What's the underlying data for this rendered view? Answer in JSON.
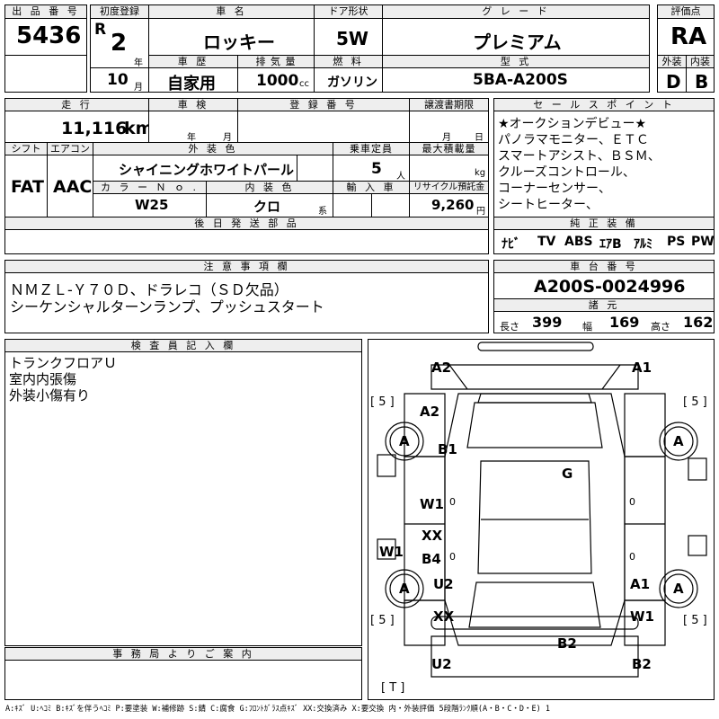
{
  "headers": {
    "lot_number": "出 品 番 号",
    "first_reg": "初度登録",
    "car_name": "車 名",
    "door": "ドア形状",
    "grade": "グ レ ー ド",
    "rating": "評価点",
    "history": "車 歴",
    "displacement": "排 気 量",
    "fuel": "燃 料",
    "model": "型 式",
    "exterior": "外装",
    "interior": "内装",
    "mileage": "走 行",
    "inspection": "車 検",
    "reg_number": "登 録 番 号",
    "transfer_deadline": "譲渡書期限",
    "sales_points": "セ ー ル ス ポ イ ン ト",
    "shift": "シフト",
    "aircon": "エアコン",
    "ext_color": "外 装 色",
    "capacity": "乗車定員",
    "max_load": "最大積載量",
    "color_no": "カ ラ ー Ｎ ｏ .",
    "int_color": "内 装 色",
    "import": "輸 入 車",
    "recycle": "リサイクル預託金",
    "later_parts": "後 日 発 送 部 品",
    "options": "純 正 装 備",
    "notes": "注 意 事 項 欄",
    "chassis": "車 台 番 号",
    "specs": "諸 元",
    "inspector": "検 査 員 記 入 欄",
    "office": "事 務 局 よ り ご 案 内"
  },
  "vehicle": {
    "lot_number": "5436",
    "era": "R",
    "year": "2",
    "year_unit": "年",
    "month": "10",
    "month_unit": "月",
    "car_name": "ロッキー",
    "door": "5W",
    "grade": "プレミアム",
    "rating": "RA",
    "history": "自家用",
    "displacement": "1000",
    "displacement_unit": "cc",
    "fuel": "ガソリン",
    "model": "5BA-A200S",
    "exterior_score": "D",
    "interior_score": "B",
    "mileage": "11,116",
    "mileage_unit": "km",
    "insp_year_unit": "年",
    "insp_month_unit": "月",
    "transfer_month_unit": "月",
    "transfer_day_unit": "日",
    "shift": "FAT",
    "aircon": "AAC",
    "ext_color": "シャイニングホワイトパール",
    "capacity": "5",
    "capacity_unit": "人",
    "max_load_unit": "kg",
    "color_no": "W25",
    "int_color": "クロ",
    "int_color_suffix": "系",
    "recycle": "9,260",
    "recycle_unit": "円",
    "chassis": "A200S-0024996",
    "length_label": "長さ",
    "length": "399",
    "width_label": "幅",
    "width": "169",
    "height_label": "高さ",
    "height": "162"
  },
  "sales_points": [
    "★オークションデビュー★",
    "パノラマモニター、ＥＴＣ",
    "スマートアシスト、ＢＳＭ、",
    "クルーズコントロール、",
    "コーナーセンサー、",
    "シートヒーター、"
  ],
  "options": [
    "ﾅﾋﾞ",
    "TV",
    "ABS",
    "ｴｱB",
    "ｱﾙﾐ",
    "PS",
    "PW"
  ],
  "notes": [
    "ＮＭＺＬ-Ｙ７０Ｄ、ドラレコ（ＳＤ欠品）",
    "シーケンシャルターンランプ、プッシュスタート"
  ],
  "inspector_notes": [
    "トランクフロアＵ",
    "室内内張傷",
    "外装小傷有り"
  ],
  "diagram": {
    "tire_left_top": "[ 5 ]",
    "tire_right_top": "[ 5 ]",
    "tire_left_bottom": "[ 5 ]",
    "tire_right_bottom": "[ 5 ]",
    "spare": "[ T ]",
    "marks": {
      "front_left": "A2",
      "front_right": "A1",
      "fender_left": "A2",
      "wheel_fl": "A",
      "door_fl": "B1",
      "windshield": "G",
      "pillar_l": "W1",
      "pillar_l0": "0",
      "pillar_r0": "0",
      "sill_l": "W1",
      "mid_xx": "XX",
      "door_rl": "B4",
      "door_rl0": "0",
      "door_rr0": "0",
      "wheel_rl": "A",
      "quarter_l": "U2",
      "quarter_l_xx": "XX",
      "wheel_fr": "A",
      "wheel_rr": "A",
      "quarter_r": "A1",
      "quarter_r_w": "W1",
      "rear_b2": "B2",
      "rear_u2": "U2",
      "rear_b2_r": "B2"
    }
  },
  "legend": "A:ｷｽﾞ U:ﾍｺﾐ B:ｷｽﾞを伴うﾍｺﾐ P:要塗装 W:補修跡 S:錆 C:腐食 G:ﾌﾛﾝﾄｶﾞﾗｽ点ｷｽﾞ XX:交換済み X:要交換 内・外装評価 5段階ﾗﾝｸ順(A・B・C・D・E) 1"
}
